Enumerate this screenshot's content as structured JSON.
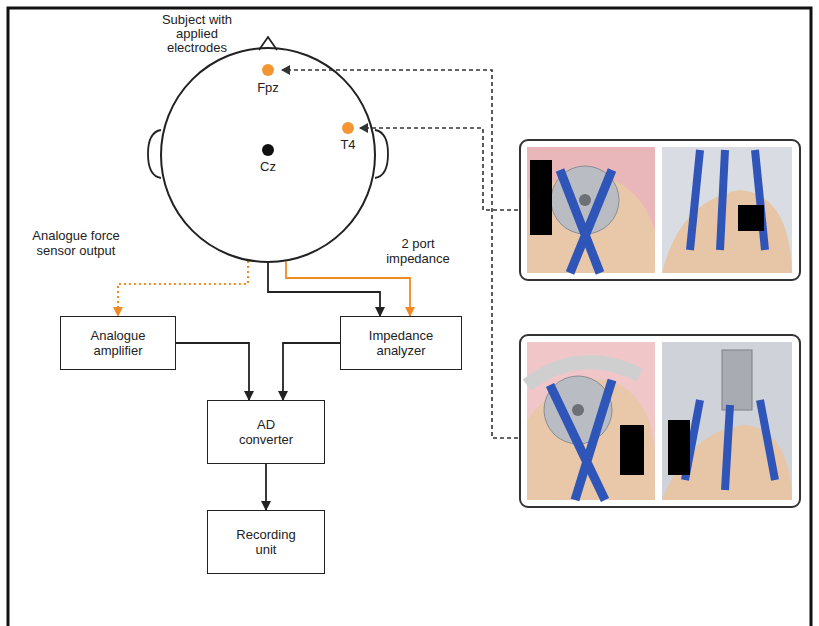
{
  "diagram": {
    "nodes": [
      {
        "text": [
          "Subject with applied electrodes"
        ]
      },
      {
        "text": [
          "Analogue amplifier"
        ]
      },
      {
        "text": [
          "Impedance analyzer"
        ]
      },
      {
        "text": [
          "AD converter"
        ]
      },
      {
        "text": [
          "Recording unit"
        ]
      }
    ],
    "edges": [
      {
        "from": 0,
        "to": 1,
        "arrow": "to",
        "label": "Analogue force sensor output"
      },
      {
        "from": 0,
        "to": 2,
        "arrow": "to"
      },
      {
        "from": 0,
        "to": 2,
        "arrow": "to",
        "label": "2 port impedance"
      },
      {
        "from": 1,
        "to": 3,
        "arrow": "to"
      },
      {
        "from": 2,
        "to": 3,
        "arrow": "to"
      },
      {
        "from": 3,
        "to": 4,
        "arrow": "to"
      }
    ],
    "labels": [
      "Fpz",
      "T4",
      "Cz"
    ]
  }
}
